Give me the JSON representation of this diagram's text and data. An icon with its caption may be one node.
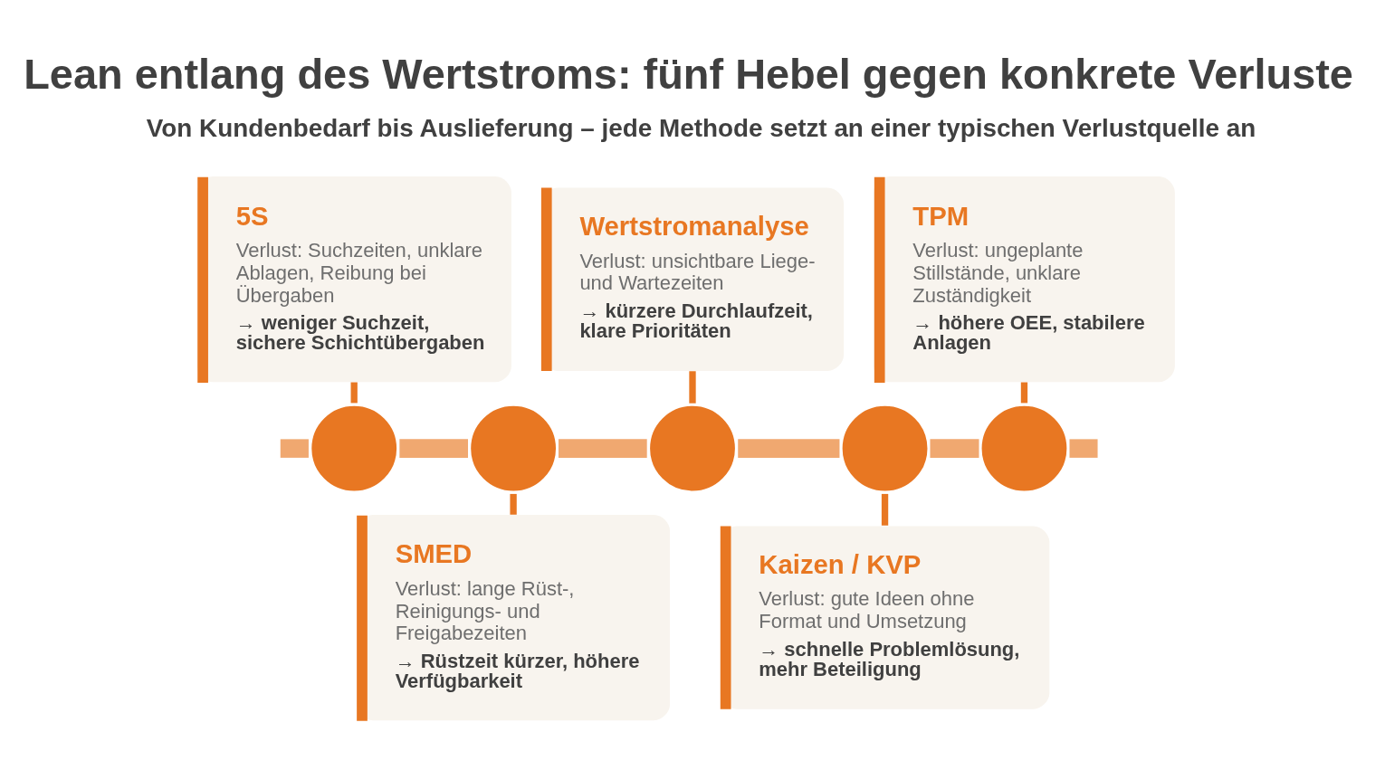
{
  "diagram": {
    "title": "Lean entlang des Wertstroms: fünf Hebel gegen konkrete Verluste",
    "nodes": [
      {
        "text": [
          "5S",
          "Verlust: Suchzeiten, unklare Ablagen, Reibung bei Übergaben",
          "→ weniger Suchzeit, sichere Schichtübergaben"
        ]
      },
      {
        "text": [],
        "shape": "circle"
      },
      {
        "text": [],
        "shape": "circle"
      },
      {
        "text": [
          "SMED",
          "Verlust: lange Rüst-, Reinigungs- und Freigabezeiten",
          "→ Rüstzeit kürzer, höhere Verfügbarkeit"
        ]
      },
      {
        "text": [
          "Wertstromanalyse",
          "Verlust: unsichtbare Liege- und Wartezeiten",
          "→ kürzere Durchlaufzeit, klare Prioritäten"
        ]
      },
      {
        "text": [],
        "shape": "circle"
      },
      {
        "text": [],
        "shape": "circle"
      },
      {
        "text": [
          "Kaizen / KVP",
          "Verlust: gute Ideen ohne Format und Umsetzung",
          "→ schnelle Problemlösung, mehr Beteiligung"
        ]
      },
      {
        "text": [
          "TPM",
          "Verlust: ungeplante Stillstände, unklare Zuständigkeit",
          "→ höhere OEE, stabilere Anlagen"
        ]
      },
      {
        "text": [],
        "shape": "circle"
      }
    ],
    "edges": [
      {
        "from": null,
        "to": 1,
        "arrow": "none"
      },
      {
        "from": 0,
        "to": 1,
        "arrow": "none",
        "color": "#e87722"
      },
      {
        "from": 1,
        "to": 2,
        "arrow": "none"
      },
      {
        "from": 2,
        "to": 3,
        "arrow": "none",
        "color": "#e87722"
      },
      {
        "from": 2,
        "to": 5,
        "arrow": "none"
      },
      {
        "from": 4,
        "to": 5,
        "arrow": "none",
        "color": "#e87722"
      },
      {
        "from": 5,
        "to": 6,
        "arrow": "none"
      },
      {
        "from": 6,
        "to": 7,
        "arrow": "none",
        "color": "#e87722"
      },
      {
        "from": 6,
        "to": 9,
        "arrow": "none"
      },
      {
        "from": 8,
        "to": 9,
        "arrow": "none",
        "color": "#e87722"
      },
      {
        "from": 9,
        "to": null,
        "arrow": "none"
      }
    ],
    "labels": [
      "Von Kundenbedarf bis Auslieferung – jede Methode setzt an einer typischen Verlustquelle an"
    ]
  }
}
